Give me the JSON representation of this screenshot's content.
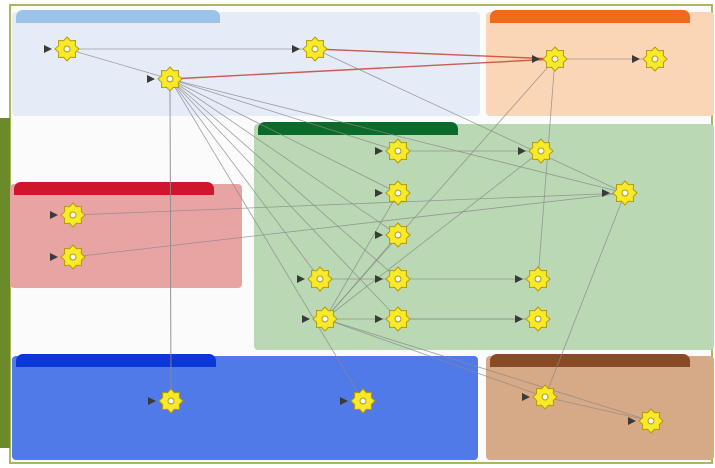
{
  "groups": [
    {
      "id": "top-left",
      "title": "",
      "header_color": "#9cc2e8",
      "fill": "#e6ecf7"
    },
    {
      "id": "top-right",
      "title": "",
      "header_color": "#ef6a1c",
      "fill": "#fad6b6"
    },
    {
      "id": "center",
      "title": "",
      "header_color": "#0b6b2a",
      "fill": "#b9d8b3"
    },
    {
      "id": "left-red",
      "title": "",
      "header_color": "#d0162c",
      "fill": "#e8a3a3"
    },
    {
      "id": "bottom-blue",
      "title": "",
      "header_color": "#0a38d6",
      "fill": "#4f7ae8"
    },
    {
      "id": "bottom-brown",
      "title": "",
      "header_color": "#8a4a26",
      "fill": "#d6aa86"
    }
  ],
  "nodes": [
    {
      "id": "n1",
      "label": ""
    },
    {
      "id": "n2",
      "label": ""
    },
    {
      "id": "n3",
      "label": ""
    },
    {
      "id": "n4",
      "label": ""
    },
    {
      "id": "n5",
      "label": ""
    },
    {
      "id": "n6",
      "label": ""
    },
    {
      "id": "n7",
      "label": ""
    },
    {
      "id": "n8",
      "label": ""
    },
    {
      "id": "n9",
      "label": ""
    },
    {
      "id": "n10",
      "label": ""
    },
    {
      "id": "n11",
      "label": ""
    },
    {
      "id": "n12",
      "label": ""
    },
    {
      "id": "n13",
      "label": ""
    },
    {
      "id": "n14",
      "label": ""
    },
    {
      "id": "n15",
      "label": ""
    },
    {
      "id": "n16",
      "label": ""
    },
    {
      "id": "n17",
      "label": ""
    },
    {
      "id": "n18",
      "label": ""
    },
    {
      "id": "n19",
      "label": ""
    },
    {
      "id": "n20",
      "label": ""
    },
    {
      "id": "n21",
      "label": ""
    },
    {
      "id": "n22",
      "label": ""
    }
  ],
  "edges": [
    [
      "n1",
      "n2"
    ],
    [
      "n1",
      "n3"
    ],
    [
      "n3",
      "n4"
    ],
    [
      "n2",
      "n4"
    ],
    [
      "n4",
      "n5"
    ],
    [
      "n3",
      "n6"
    ],
    [
      "n3",
      "n7"
    ],
    [
      "n3",
      "n8"
    ],
    [
      "n3",
      "n9"
    ],
    [
      "n3",
      "n10"
    ],
    [
      "n3",
      "n11"
    ],
    [
      "n3",
      "n15"
    ],
    [
      "n3",
      "n19"
    ],
    [
      "n3",
      "n20"
    ],
    [
      "n6",
      "n12"
    ],
    [
      "n12",
      "n16"
    ],
    [
      "n7",
      "n16"
    ],
    [
      "n8",
      "n16"
    ],
    [
      "n9",
      "n13"
    ],
    [
      "n10",
      "n14"
    ],
    [
      "n16",
      "n4"
    ],
    [
      "n16",
      "n21"
    ],
    [
      "n15",
      "n9"
    ],
    [
      "n17",
      "n11"
    ],
    [
      "n18",
      "n11"
    ],
    [
      "n21",
      "n22"
    ],
    [
      "n13",
      "n4"
    ],
    [
      "n14",
      "n16"
    ],
    [
      "n2",
      "n11"
    ],
    [
      "n19",
      "n3"
    ],
    [
      "n16",
      "n22"
    ],
    [
      "n11",
      "n21"
    ]
  ],
  "colors": {
    "node_fill": "#f7ea2a",
    "node_stroke": "#b89a00",
    "edge": "#8a8a8a",
    "edge_red": "#c0392b"
  }
}
